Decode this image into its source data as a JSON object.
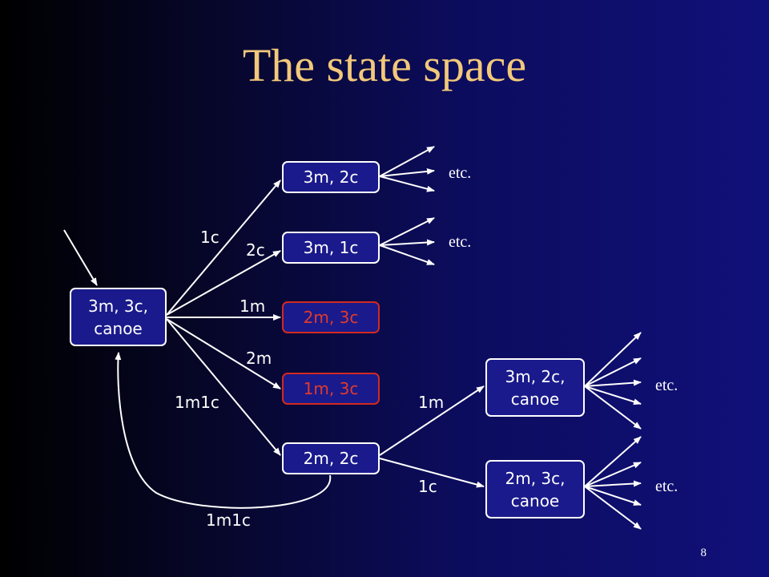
{
  "title": "The state space",
  "page_number": "8",
  "colors": {
    "title": "#f2c87a",
    "node_border": "#ffffff",
    "dead_state": "#d22a1e"
  },
  "nodes": {
    "start": "3m, 3c,\ncanoe",
    "s_3m2c": "3m, 2c",
    "s_3m1c": "3m, 1c",
    "s_2m3c": "2m, 3c",
    "s_1m3c": "1m, 3c",
    "s_2m2c": "2m, 2c",
    "s_3m2c_canoe": "3m, 2c,\ncanoe",
    "s_2m3c_canoe": "2m, 3c,\ncanoe"
  },
  "edge_labels": {
    "start_to_3m2c": "1c",
    "start_to_3m1c": "2c",
    "start_to_2m3c": "1m",
    "start_to_1m3c": "2m",
    "start_to_2m2c": "1m1c",
    "back_to_start": "1m1c",
    "to_3m2c_canoe": "1m",
    "to_2m3c_canoe": "1c"
  },
  "etc_labels": {
    "a": "etc.",
    "b": "etc.",
    "c": "etc.",
    "d": "etc."
  }
}
